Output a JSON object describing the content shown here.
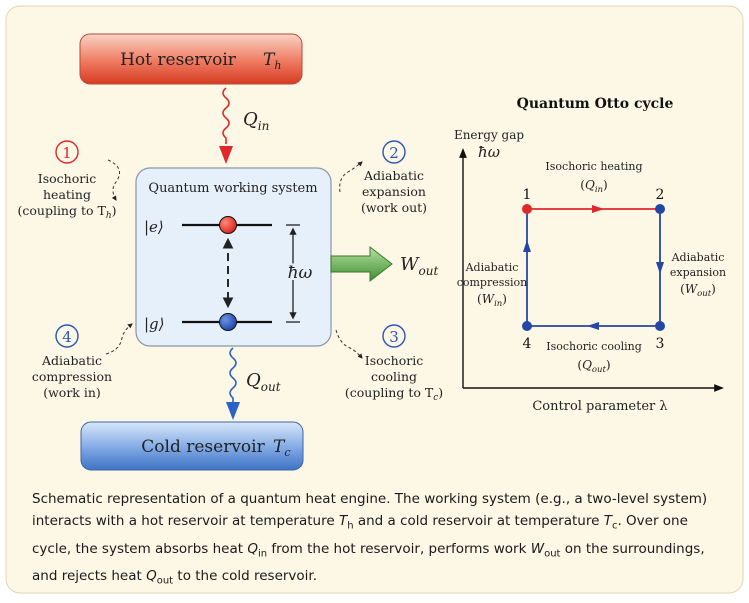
{
  "colors": {
    "panel_bg": "#fdf7e6",
    "panel_border": "#e3d6b4",
    "hot": "#e04a34",
    "cold": "#3f7ed0",
    "arrow_green": "#4a9a36",
    "dark_blue": "#2446a6",
    "red_line": "#e0282a",
    "box_fill": "#e6f0fb"
  },
  "hot_reservoir": {
    "label": "Hot reservoir",
    "symbol": "T",
    "sub": "h"
  },
  "cold_reservoir": {
    "label": "Cold reservoir",
    "symbol": "T",
    "sub": "c"
  },
  "q_in": {
    "symbol": "Q",
    "sub": "in"
  },
  "q_out": {
    "symbol": "Q",
    "sub": "out"
  },
  "w_out": {
    "symbol": "W",
    "sub": "out"
  },
  "working_system": {
    "title": "Quantum working system",
    "excited": "|e⟩",
    "ground": "|g⟩",
    "gap": "ħω"
  },
  "steps": [
    {
      "num": "1",
      "line1": "Isochoric",
      "line2": "heating",
      "line3": "(coupling to T",
      "line3_sub": "h",
      "line3_end": ")"
    },
    {
      "num": "2",
      "line1": "Adiabatic",
      "line2": "expansion",
      "line3": "(work out)"
    },
    {
      "num": "3",
      "line1": "Isochoric",
      "line2": "cooling",
      "line3": "(coupling to T",
      "line3_sub": "c",
      "line3_end": ")"
    },
    {
      "num": "4",
      "line1": "Adiabatic",
      "line2": "compression",
      "line3": "(work in)"
    }
  ],
  "otto": {
    "title": "Quantum Otto cycle",
    "y_label_1": "Energy gap",
    "y_label_2": "ħω",
    "x_label": "Control parameter λ",
    "corners": [
      "1",
      "2",
      "3",
      "4"
    ],
    "heating_label": "Isochoric heating",
    "heating_sym": "Q",
    "heating_sub": "in",
    "cooling_label": "Isochoric cooling",
    "cooling_sym": "Q",
    "cooling_sub": "out",
    "expansion_1": "Adiabatic",
    "expansion_2": "expansion",
    "expansion_sym": "W",
    "expansion_sub": "out",
    "compression_1": "Adiabatic",
    "compression_2": "compression",
    "compression_sym": "W",
    "compression_sub": "in"
  },
  "caption": {
    "part1": "Schematic representation of a quantum heat engine. The working system (e.g., a two-level system) interacts with a hot reservoir at temperature ",
    "th_sym": "T",
    "th_sub": "h",
    "part2": " and a cold reservoir at temperature ",
    "tc_sym": "T",
    "tc_sub": "c",
    "part3": ". Over one cycle, the system absorbs heat ",
    "qin_sym": "Q",
    "qin_sub": "in",
    "part4": " from the hot reservoir, performs work ",
    "wout_sym": "W",
    "wout_sub": "out",
    "part5": " on the surroundings, and rejects heat ",
    "qout_sym": "Q",
    "qout_sub": "out",
    "part6": " to the cold reservoir."
  }
}
